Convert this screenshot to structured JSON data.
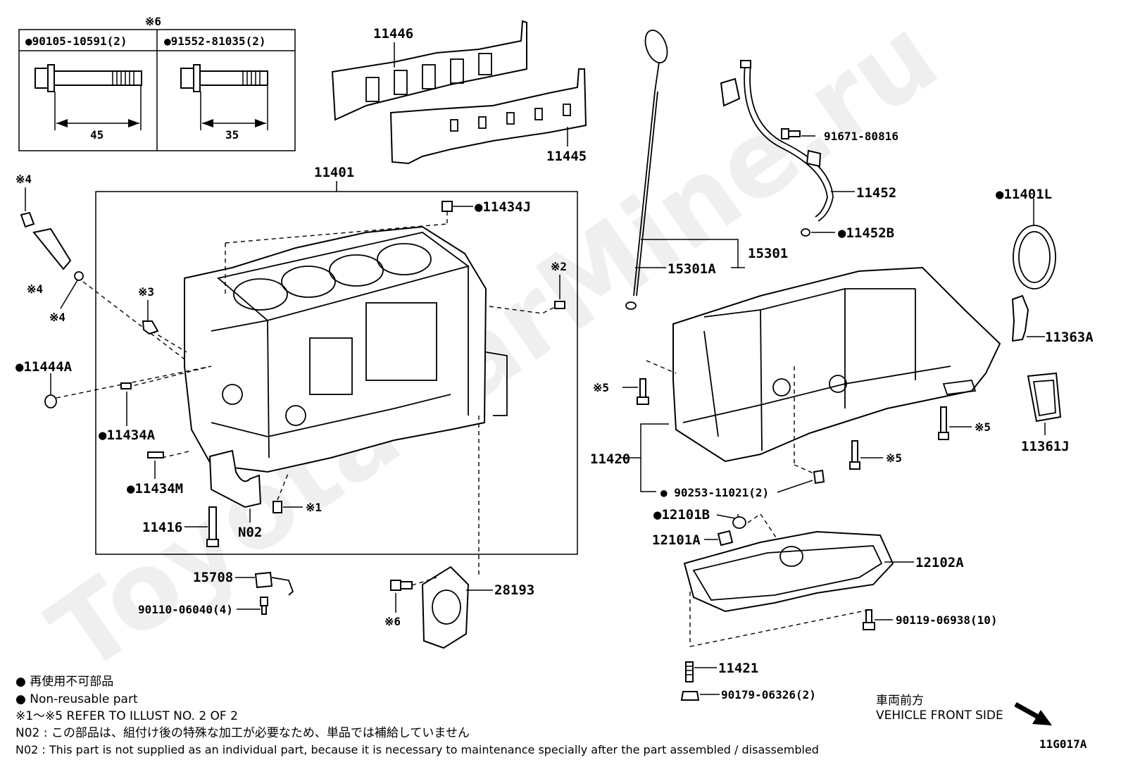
{
  "watermark": "ToyotaCarMine.ru",
  "inset": {
    "mark": "※6",
    "left_header": "●90105-10591(2)",
    "right_header": "●91552-81035(2)",
    "left_dim": "45",
    "right_dim": "35"
  },
  "labels": {
    "p11446": "11446",
    "p11445": "11445",
    "p11401": "11401",
    "p11434j": "●11434J",
    "p11444a": "●11444A",
    "p11434a": "●11434A",
    "p11434m": "●11434M",
    "p11416": "11416",
    "n02": "N02",
    "m1": "※1",
    "m2": "※2",
    "m3": "※3",
    "m4a": "※4",
    "m4b": "※4",
    "m4c": "※4",
    "p15708": "15708",
    "p90110": "90110-06040(4)",
    "p28193": "28193",
    "m6": "※6",
    "p91671": "91671-80816",
    "p11452": "11452",
    "p11452b": "●11452B",
    "p15301": "15301",
    "p15301a": "15301A",
    "p11401l": "●11401L",
    "p11363a": "11363A",
    "p11361j": "11361J",
    "m5a": "※5",
    "m5b": "※5",
    "m5c": "※5",
    "p11420": "11420",
    "p90253": "● 90253-11021(2)",
    "p12101b": "●12101B",
    "p12101a": "12101A",
    "p12102a": "12102A",
    "p90119": "90119-06938(10)",
    "p11421": "11421",
    "p90179": "90179-06326(2)",
    "figure_code": "11G017A"
  },
  "direction": {
    "jp": "車両前方",
    "en": "VEHICLE FRONT SIDE"
  },
  "notes": {
    "legend_jp": "● 再使用不可部品",
    "legend_en": "● Non-reusable part",
    "refer": "※1～※5  REFER TO ILLUST NO. 2 OF 2",
    "n02_jp": "N02 : この部品は、組付け後の特殊な加工が必要なため、単品では補給していません",
    "n02_en": "N02 : This part is not supplied as an individual part, because it is necessary to maintenance specially after the part assembled / disassembled"
  }
}
